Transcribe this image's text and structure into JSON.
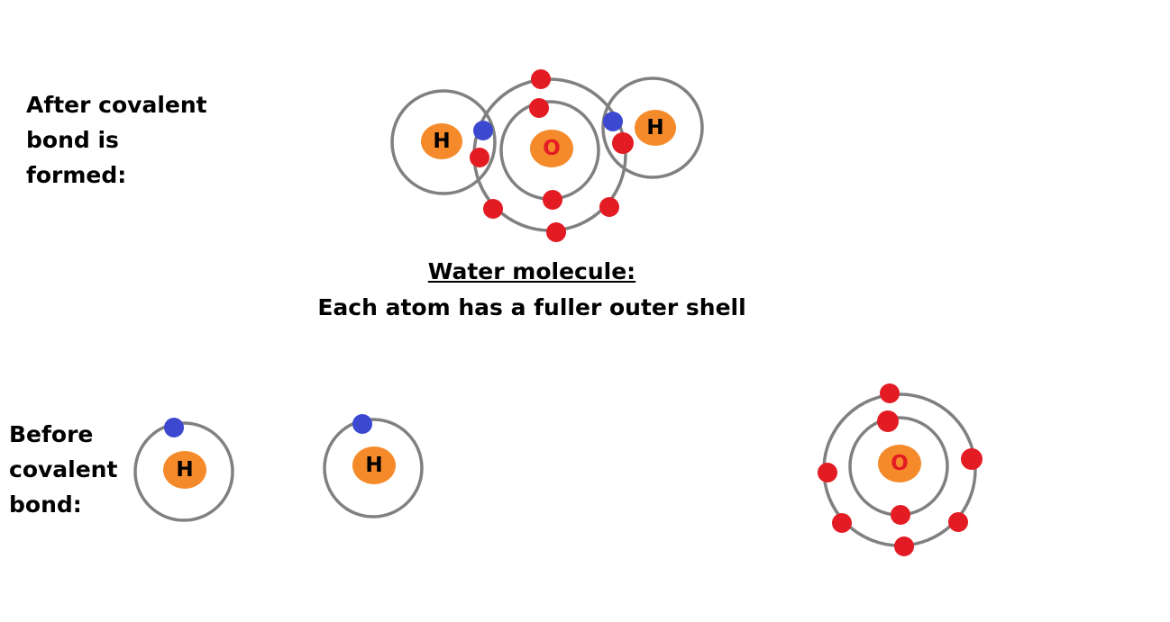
{
  "after_label": "After covalent\nbond is\nformed:",
  "before_label": "Before\ncovalent\nbond:",
  "caption": {
    "title": "Water molecule:",
    "subtitle": "Each atom has a fuller outer shell"
  },
  "atoms": {
    "hydrogen_symbol": "H",
    "oxygen_symbol": "O"
  },
  "colors": {
    "nucleus": "#f58a2a",
    "hydrogen_electron": "#3c48d0",
    "oxygen_electron": "#e31b23",
    "shell": "#808080",
    "oxygen_symbol_color": "#e31b23",
    "hydrogen_symbol_color": "#000000"
  }
}
